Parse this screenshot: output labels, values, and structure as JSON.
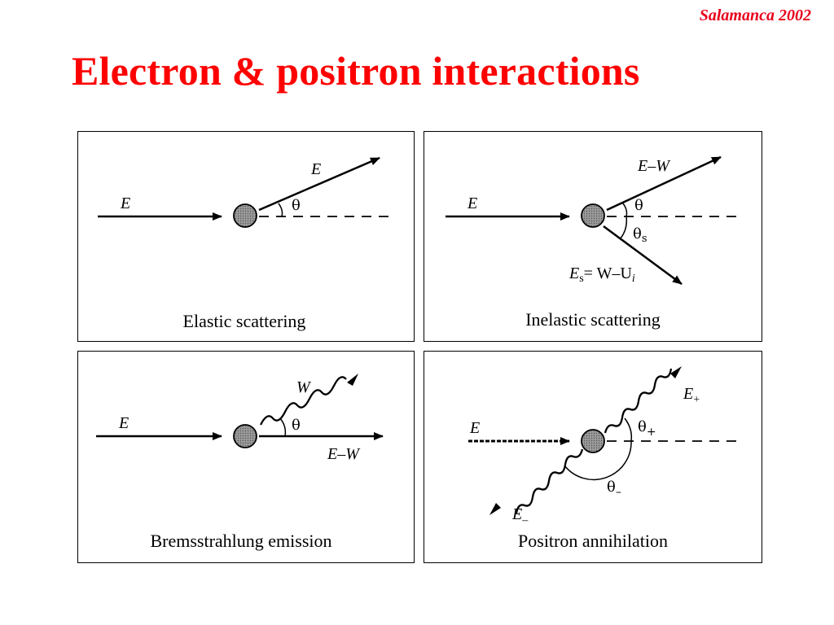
{
  "header": {
    "corner_label": "Salamanca 2002",
    "title": "Electron & positron interactions"
  },
  "panels": [
    {
      "caption": "Elastic scattering",
      "incoming_label": "E",
      "outgoing_label": "E",
      "angle_label": "θ"
    },
    {
      "caption": "Inelastic scattering",
      "incoming_label": "E",
      "outgoing_label": "E–W",
      "angle_label": "θ",
      "secondary_angle_main": "θ",
      "secondary_angle_sub": "s",
      "secondary_E": "E",
      "secondary_E_sub": "s",
      "secondary_eq": "= W–U",
      "secondary_eq_sub": "i"
    },
    {
      "caption": "Bremsstrahlung emission",
      "incoming_label": "E",
      "photon_label": "W",
      "outgoing_label": "E–W",
      "angle_label": "θ"
    },
    {
      "caption": "Positron annihilation",
      "incoming_label": "E",
      "plus_E": "E",
      "plus_sub": "+",
      "plus_theta": "θ",
      "minus_E": "E",
      "minus_sub": "–",
      "minus_theta": "θ"
    }
  ]
}
